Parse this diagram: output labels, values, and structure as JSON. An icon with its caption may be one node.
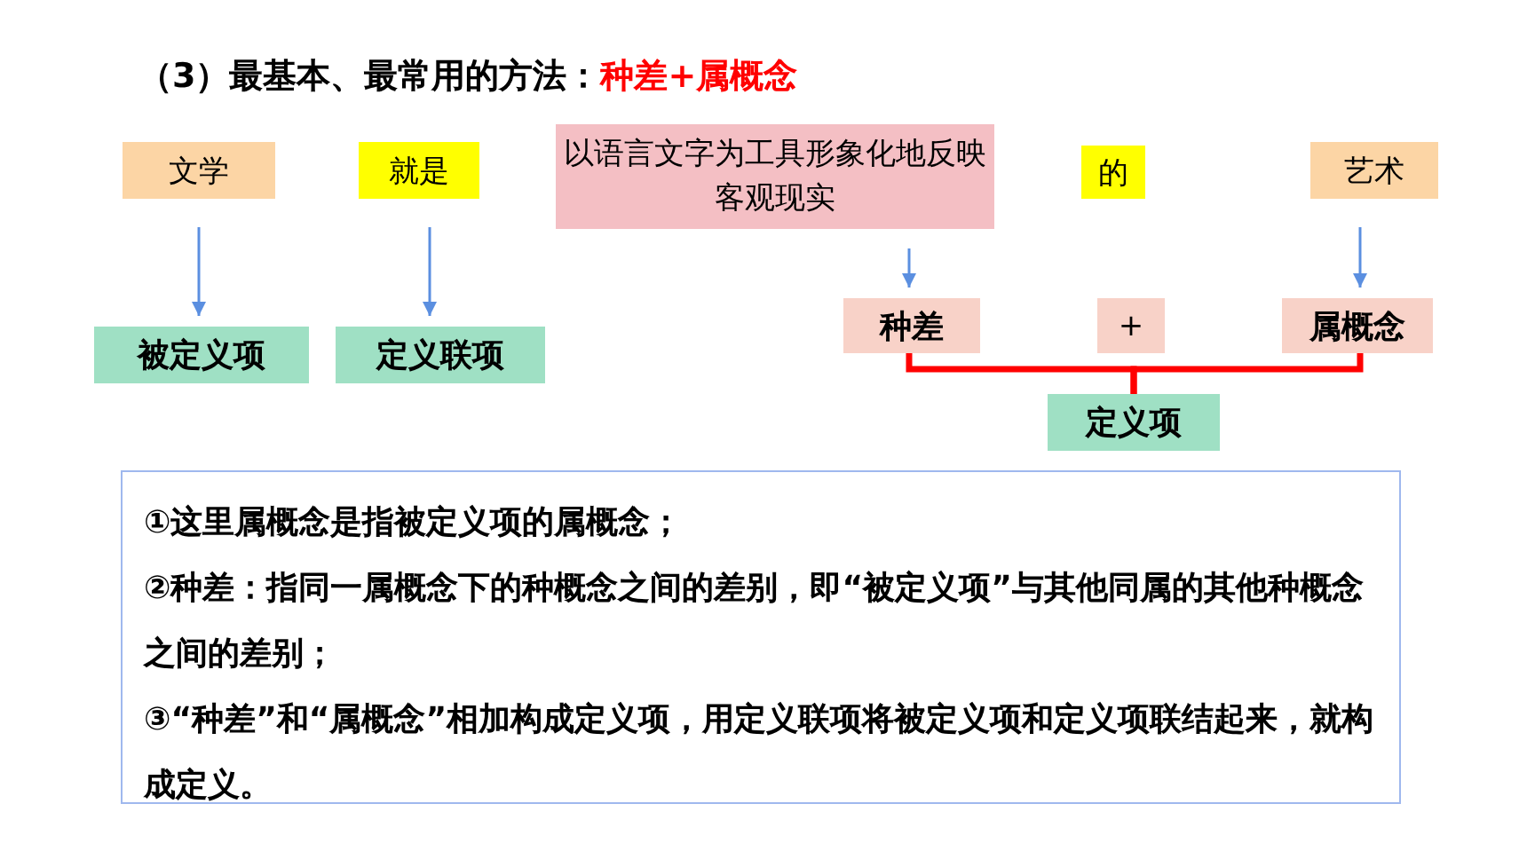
{
  "diagram": {
    "title": "（3）最基本、最常用的方法：*种差+属概念*",
    "nodes": [
      {
        "text": [
          "文学"
        ]
      },
      {
        "text": [
          "就是"
        ]
      },
      {
        "text": [
          "以语言文字为工具形象化地反映客观现实"
        ]
      },
      {
        "text": [
          "的"
        ]
      },
      {
        "text": [
          "艺术"
        ]
      },
      {
        "text": [
          "被定义项"
        ]
      },
      {
        "text": [
          "定义联项"
        ]
      },
      {
        "text": [
          "种差"
        ]
      },
      {
        "text": [
          "+"
        ]
      },
      {
        "text": [
          "属概念"
        ]
      },
      {
        "text": [
          "定义项"
        ]
      },
      {
        "text": [
          "①这里属概念是指被定义项的属概念；",
          "②种差：指同一属概念下的种概念之间的差别，即“被定义项”与其他同属的其他种概念之间的差别；",
          "③“种差”和“属概念”相加构成定义项，用定义联项将被定义项和定义项联结起来，就构成定义。"
        ]
      }
    ],
    "edges": [
      {
        "from": 0,
        "to": 5,
        "arrow": "to"
      },
      {
        "from": 1,
        "to": 6,
        "arrow": "to"
      },
      {
        "from": 2,
        "to": 7,
        "arrow": "to"
      },
      {
        "from": 4,
        "to": 9,
        "arrow": "to"
      },
      {
        "from": 7,
        "to": 10,
        "arrow": "none",
        "style": "thick",
        "color": "#ff0000"
      },
      {
        "from": 9,
        "to": 10,
        "arrow": "none",
        "style": "thick",
        "color": "#ff0000"
      }
    ]
  }
}
